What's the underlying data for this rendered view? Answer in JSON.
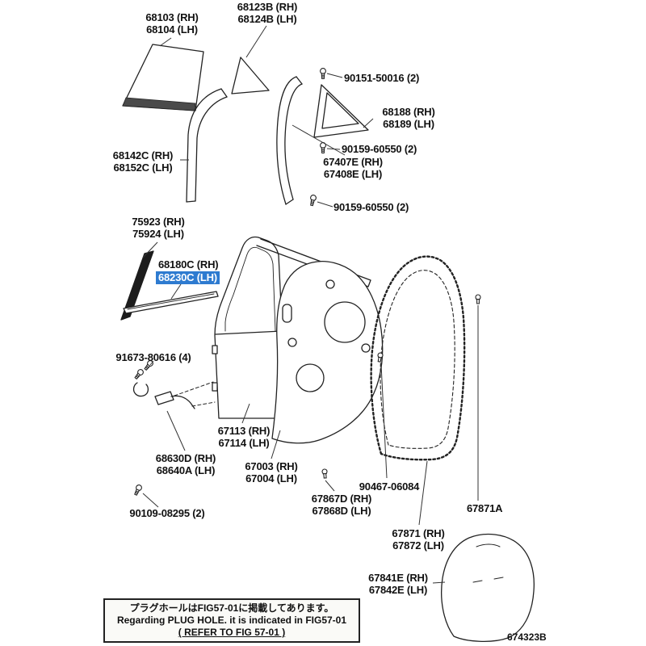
{
  "diagram": {
    "code": "674323B",
    "highlight_color": "#2e7bd0",
    "labels": {
      "l68103": {
        "line1": "68103 (RH)",
        "line2": "68104 (LH)"
      },
      "l68123b": {
        "line1": "68123B (RH)",
        "line2": "68124B (LH)"
      },
      "l90151": {
        "text": "90151-50016 (2)"
      },
      "l68188": {
        "line1": "68188 (RH)",
        "line2": "68189 (LH)"
      },
      "l90159a": {
        "text": "90159-60550 (2)"
      },
      "l67407e": {
        "line1": "67407E (RH)",
        "line2": "67408E (LH)"
      },
      "l68142c": {
        "line1": "68142C (RH)",
        "line2": "68152C (LH)"
      },
      "l90159b": {
        "text": "90159-60550 (2)"
      },
      "l75923": {
        "line1": "75923 (RH)",
        "line2": "75924 (LH)"
      },
      "l68180c": {
        "text": "68180C (RH)"
      },
      "l68230c": {
        "text": "68230C (LH)"
      },
      "l91673": {
        "text": "91673-80616 (4)"
      },
      "l67113": {
        "line1": "67113 (RH)",
        "line2": "67114 (LH)"
      },
      "l68630d": {
        "line1": "68630D (RH)",
        "line2": "68640A (LH)"
      },
      "l67003": {
        "line1": "67003 (RH)",
        "line2": "67004 (LH)"
      },
      "l90109": {
        "text": "90109-08295 (2)"
      },
      "l90467": {
        "text": "90467-06084"
      },
      "l67867d": {
        "line1": "67867D (RH)",
        "line2": "67868D (LH)"
      },
      "l67871a": {
        "text": "67871A"
      },
      "l67871": {
        "line1": "67871 (RH)",
        "line2": "67872 (LH)"
      },
      "l67841e": {
        "line1": "67841E (RH)",
        "line2": "67842E (LH)"
      }
    },
    "note": {
      "line1_jp": "プラグホールはFIG57-01に掲載してあります。",
      "line2_en": "Regarding PLUG HOLE. it is indicated in FIG57-01",
      "line3_ref": "( REFER TO FIG 57-01 )"
    }
  }
}
